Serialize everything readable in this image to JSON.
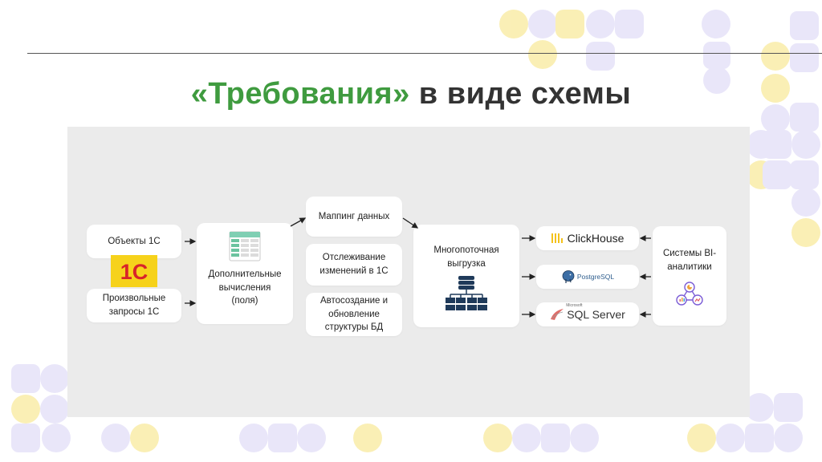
{
  "slide": {
    "title_accent": "«Требования»",
    "title_rest": " в виде схемы"
  },
  "nodes": {
    "objects_1c": "Объекты 1С",
    "queries_1c": "Произвольные запросы 1С",
    "extra_calc": "Дополнительные вычисления (поля)",
    "mapping": "Маппинг данных",
    "tracking": "Отслеживание изменений в 1С",
    "autocreate": "Автосоздание и обновление структуры БД",
    "multithread": "Многопоточная выгрузка",
    "bi_systems": "Системы BI-аналитики"
  },
  "targets": {
    "clickhouse": "ClickHouse",
    "postgresql": "PostgreSQL",
    "sqlserver_small": "Microsoft",
    "sqlserver": "SQL Server"
  },
  "icons": {
    "logo_1c": "1c-logo-icon",
    "table": "table-icon",
    "database": "database-server-icon",
    "bi": "bi-analytics-icon",
    "clickhouse": "clickhouse-logo-icon",
    "postgres": "postgresql-elephant-icon",
    "sqlserver": "sqlserver-logo-icon"
  },
  "colors": {
    "accent_green": "#3f9b3f",
    "panel_gray": "#ebebeb",
    "logo_yellow": "#f6d21b",
    "logo_red": "#d8232a",
    "db_navy": "#1f3a5a",
    "deco_yellow": "#f6e27a",
    "deco_purple": "#d8d2f5"
  },
  "logo_text": {
    "onec": "1С"
  }
}
